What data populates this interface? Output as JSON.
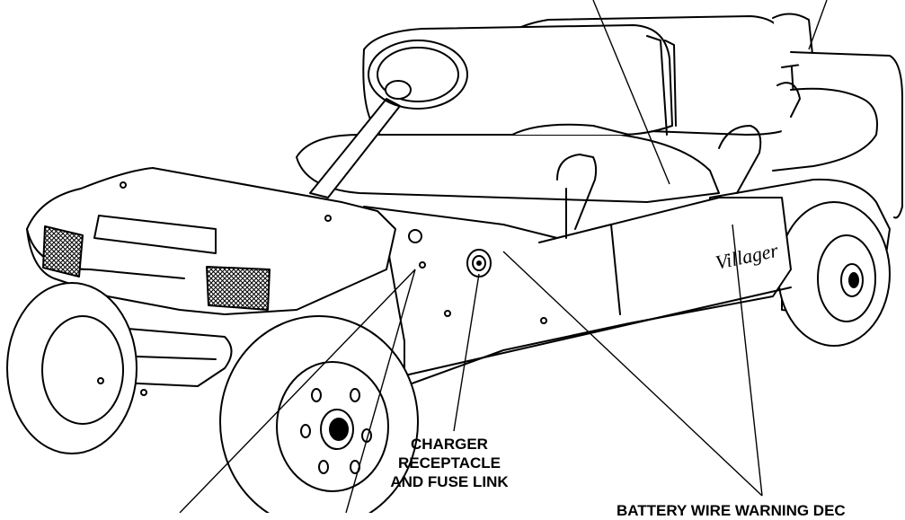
{
  "figure": {
    "vehicle_badge": "Villager",
    "callouts": {
      "charger_receptacle": [
        "CHARGER",
        "RECEPTACLE",
        "AND FUSE LINK"
      ],
      "battery_warning_partial": "BATTERY WIRE WARNING DEC"
    }
  }
}
